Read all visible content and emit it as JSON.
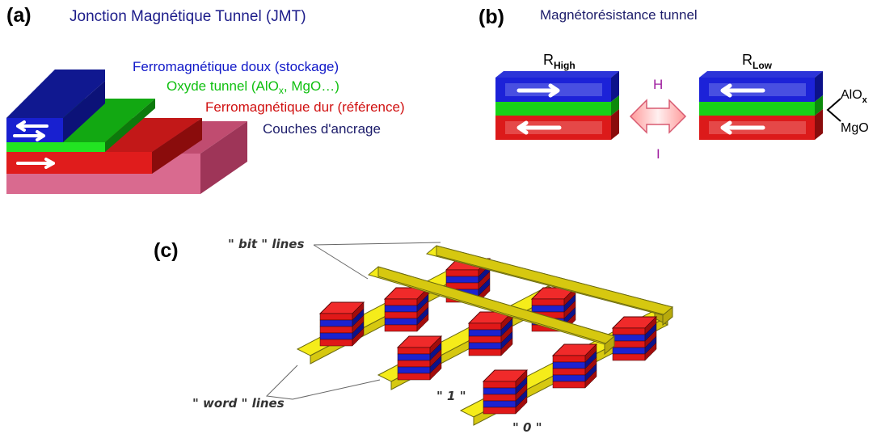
{
  "panel_a": {
    "tag": "(a)",
    "title": "Jonction Magnétique Tunnel (JMT)",
    "layers": {
      "free": {
        "text": "Ferromagnétique doux (stockage)",
        "color": "#1018c8"
      },
      "barrier": {
        "text": "Oxyde tunnel (AlO",
        "sub": "x",
        "rest": ", MgO…)",
        "color": "#10c010"
      },
      "reference": {
        "text": "Ferromagnétique dur (référence)",
        "color": "#d01010"
      },
      "pinning": {
        "text": "Couches d'ancrage",
        "color": "#1c1c6a"
      }
    }
  },
  "panel_b": {
    "tag": "(b)",
    "title": "Magnétorésistance tunnel",
    "r_high": {
      "main": "R",
      "sub": "High"
    },
    "r_low": {
      "main": "R",
      "sub": "Low"
    },
    "h": "H",
    "i": "I",
    "alox": {
      "main": "AlO",
      "sub": "x"
    },
    "mgo": "MgO"
  },
  "panel_c": {
    "tag": "(c)",
    "bit_lines": "\" bit \" lines",
    "word_lines": "\" word \" lines",
    "one": "\" 1 \"",
    "zero": "\" 0 \""
  }
}
